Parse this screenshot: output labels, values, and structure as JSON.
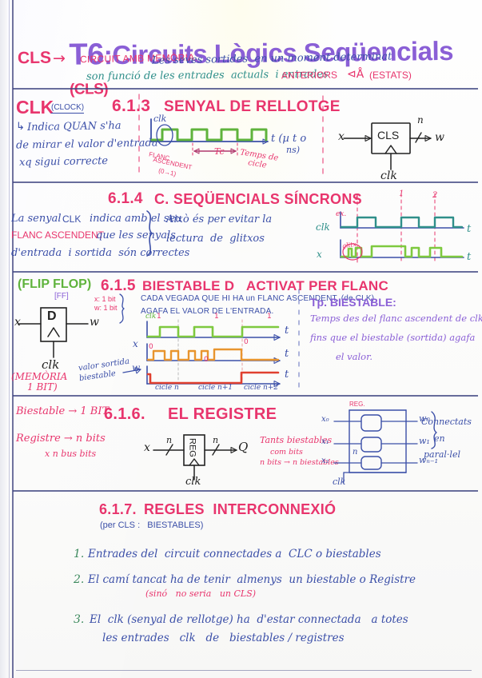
{
  "meta": {
    "doc_kind": "handwritten-lecture-notes",
    "language": "Catalan",
    "colors": {
      "pink": "#e8356d",
      "purple": "#8a5fd6",
      "blue": "#3b4fa8",
      "green": "#5fb33c",
      "teal": "#2f8f8a",
      "orange": "#e8952e",
      "red": "#e0402f",
      "paper": "#fdfdfb",
      "rule": "#3e4480"
    }
  },
  "title": {
    "t6": "T6",
    "colon": ":",
    "main": "Circuits Lògics Seqüencials",
    "abbrev": "(CLS)"
  },
  "intro": {
    "label": "CLS",
    "arrow": "→",
    "line1_a": "CIRCUIT AMB MEMÒRIA.",
    "line1_b": "Les seves sortides  en un moment determinat",
    "line2_a": "son funció de les entrades  actuals  i entrades",
    "line2_b": "ANTERIORS",
    "line2_c": "(ESTATS)"
  },
  "sections": [
    {
      "id": "6.1.3",
      "number": "6.1.3",
      "title": "SENYAL DE RELLOTGE",
      "left_label": "CLK",
      "left_label_sub": "(CLOCK)",
      "left_lines": [
        "Indica QUAN s'ha",
        "de mirar el valor d'entrada",
        "xq sigui correcte"
      ],
      "left_arrow": "↳",
      "wave": {
        "axis_label": "clk",
        "t_label": "t (µ t o",
        "t_label2": "ns)",
        "annot_flank": [
          "FLANC",
          "ASCENDENT",
          "(0→1)"
        ],
        "annot_tc": "Tc",
        "annot_tc_desc": [
          "Temps de",
          "cicle"
        ]
      },
      "block": {
        "in": "x",
        "name": "CLS",
        "bits": "n",
        "out": "w",
        "clk": "clk"
      }
    },
    {
      "id": "6.1.4",
      "number": "6.1.4",
      "title": "C. SEQÜENCIALS SÍNCRONS",
      "lines": [
        {
          "a": "La senyal",
          "b": "CLK",
          "c": "indica amb el seu"
        },
        {
          "a": "FLANC ASCENDENT",
          "c": "que les senyals"
        },
        {
          "a": "d'entrada  i sortida  són correctes"
        }
      ],
      "brace_note": [
        "Això és per evitar la",
        "lectura  de  glitxos"
      ],
      "wave": {
        "clk_label": "clk",
        "clk_sub": "ex.",
        "x_label": "x",
        "glitch_label": "glitx",
        "t_label": "t",
        "ticks": [
          "1",
          "1",
          "2"
        ]
      }
    },
    {
      "id": "6.1.5",
      "number": "6.1.5",
      "title": "BIESTABLE D   ACTIVAT PER FLANC",
      "flipflop_label": "(FLIP FLOP)",
      "ff_abbrev": "[FF]",
      "diagram": {
        "in": "x",
        "d": "D",
        "out": "w",
        "clk": "clk"
      },
      "memory_note": [
        "(MEMÒRIA",
        "1 BIT)"
      ],
      "bits_note": [
        "x: 1 bit",
        "w: 1 bit"
      ],
      "desc": [
        "CADA VEGADA QUE HI HA un FLANC ASCENDENT, (de CLK)",
        "AGAFA EL VALOR DE L'ENTRADA."
      ],
      "value_note": [
        "valor sortida",
        "biestable"
      ],
      "wave": {
        "rows": [
          {
            "name": "clk",
            "color": "#5fb33c"
          },
          {
            "name": "x",
            "color": "#e8952e"
          },
          {
            "name": "w",
            "color": "#e0402f"
          }
        ],
        "t_label": "t",
        "cycles": [
          "cicle n",
          "cicle n+1",
          "cicle n+2"
        ],
        "marks": [
          "1",
          "1",
          "1",
          "0",
          "0",
          "0",
          "0",
          "0"
        ]
      },
      "tp_note": {
        "title": "Tp. BIESTABLE:",
        "lines": [
          "Temps des del flanc ascendent de clk",
          "fins que el biestable (sortida) agafa",
          "el valor."
        ]
      }
    },
    {
      "id": "6.1.6",
      "number": "6.1.6.",
      "title": "EL REGISTRE",
      "left_lines": [
        "Biestable → 1 BIT",
        "Registre → n bits",
        "x n bus bits"
      ],
      "block": {
        "in": "x",
        "bits_in": "n",
        "name": "REG",
        "bits_out": "n",
        "out": "Q",
        "clk": "clk"
      },
      "note_lines": [
        "Tants biestables",
        "com bits",
        "n bits → n biestables"
      ],
      "reg_diagram": {
        "label": "REG.",
        "inputs": [
          "x₀",
          "x₁",
          "x₂"
        ],
        "outputs": [
          "w₀",
          "w₁",
          "wₙ₋₁"
        ],
        "dots": "n",
        "clk": "clk"
      },
      "parallel_note": [
        "Connectats",
        "en",
        "paral·lel"
      ]
    },
    {
      "id": "6.1.7",
      "number": "6.1.7.",
      "title": "REGLES  INTERCONNEXIÓ",
      "subtitle": "(per CLS :   BIESTABLES)",
      "rules": [
        {
          "n": "1.",
          "text": "Entrades del  circuit connectades a  CLC o biestables"
        },
        {
          "n": "2.",
          "text": "El camí tancat ha de tenir  almenys  un biestable o Registre",
          "note": "(sinó   no seria   un CLS)"
        },
        {
          "n": "3.",
          "text_a": "El  clk (senyal de rellotge) ha  d'estar connectada   a totes",
          "text_b": "les entrades   clk   de   biestables / registres"
        }
      ]
    }
  ]
}
